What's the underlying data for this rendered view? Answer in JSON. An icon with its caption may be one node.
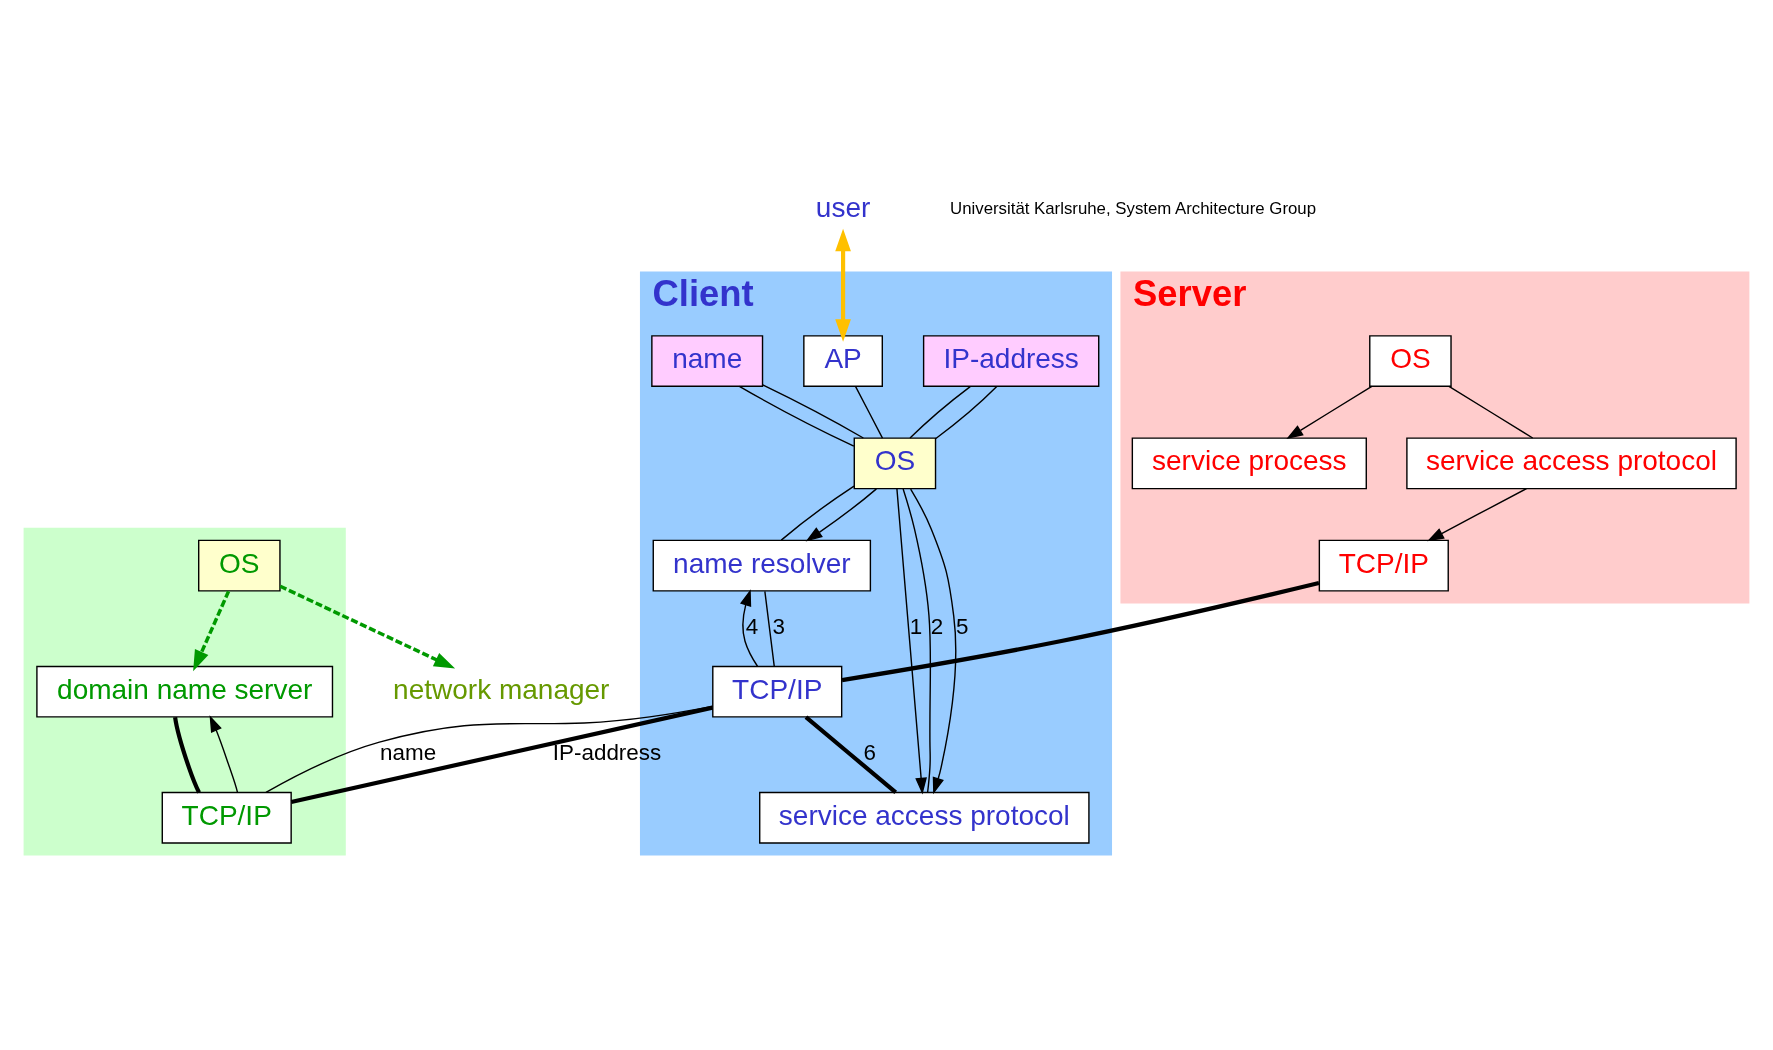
{
  "diagram": {
    "nodes": [
      {
        "text": [
          "Server"
        ]
      },
      {
        "text": [
          "service process"
        ],
        "in": 0
      },
      {
        "text": [
          "OS"
        ],
        "in": 0
      },
      {
        "text": [
          "service access protocol"
        ],
        "in": 0
      },
      {
        "text": [
          "TCP/IP"
        ],
        "in": 0
      },
      {
        "text": [
          "Client"
        ]
      },
      {
        "text": [
          "AP"
        ],
        "in": 5
      },
      {
        "text": [
          "name"
        ],
        "in": 5
      },
      {
        "text": [
          "IP-address"
        ],
        "in": 5
      },
      {
        "text": [
          "OS"
        ],
        "in": 5
      },
      {
        "text": [
          "service access protocol"
        ],
        "in": 5
      },
      {
        "text": [
          "name resolver"
        ],
        "in": 5
      },
      {
        "text": [
          "TCP/IP"
        ],
        "in": 5
      },
      {
        "text": [],
        "shape": "box"
      },
      {
        "text": [
          "OS"
        ],
        "in": 13
      },
      {
        "text": [
          "domain name server"
        ],
        "in": 13
      },
      {
        "text": [
          "TCP/IP"
        ],
        "in": 13
      },
      {
        "text": [
          "user"
        ]
      },
      {
        "text": [
          "network manager"
        ]
      }
    ],
    "edges": [
      {
        "from": 2,
        "to": 1,
        "arrow": "to"
      },
      {
        "from": 2,
        "to": 3,
        "arrow": "none"
      },
      {
        "from": 3,
        "to": 4,
        "arrow": "to"
      },
      {
        "from": 4,
        "to": 12,
        "arrow": "none",
        "style": "thick"
      },
      {
        "from": 12,
        "to": 10,
        "arrow": "none",
        "label": "6",
        "style": "thick"
      },
      {
        "from": 17,
        "to": 6,
        "arrow": "both",
        "style": "thick",
        "color": "#ffc000"
      },
      {
        "from": 6,
        "to": 9,
        "arrow": "none"
      },
      {
        "from": 9,
        "to": 10,
        "arrow": "to",
        "label": "1"
      },
      {
        "from": 7,
        "to": 9,
        "arrow": "none"
      },
      {
        "from": 9,
        "to": 10,
        "arrow": "none",
        "label": "2"
      },
      {
        "from": 8,
        "to": 9,
        "arrow": "none"
      },
      {
        "from": 9,
        "to": 10,
        "arrow": "to",
        "label": "5"
      },
      {
        "from": 8,
        "to": 9,
        "arrow": "none"
      },
      {
        "from": 9,
        "to": 11,
        "arrow": "none"
      },
      {
        "from": 7,
        "to": 9,
        "arrow": "none"
      },
      {
        "from": 9,
        "to": 11,
        "arrow": "to"
      },
      {
        "from": 11,
        "to": 12,
        "arrow": "none",
        "label": "3"
      },
      {
        "from": 12,
        "to": 16,
        "arrow": "none",
        "label": "name"
      },
      {
        "from": 16,
        "to": 15,
        "arrow": "to"
      },
      {
        "from": 15,
        "to": 16,
        "arrow": "none",
        "style": "thick"
      },
      {
        "from": 16,
        "to": 12,
        "arrow": "none",
        "label": "IP-address",
        "style": "thick"
      },
      {
        "from": 12,
        "to": 11,
        "arrow": "to",
        "label": "4"
      },
      {
        "from": 14,
        "to": 18,
        "arrow": "to",
        "style": "dashed",
        "color": "#009900"
      },
      {
        "from": 14,
        "to": 15,
        "arrow": "to",
        "style": "dashed",
        "color": "#009900"
      }
    ],
    "labels": [
      "Universität Karlsruhe, System Architecture Group"
    ]
  }
}
